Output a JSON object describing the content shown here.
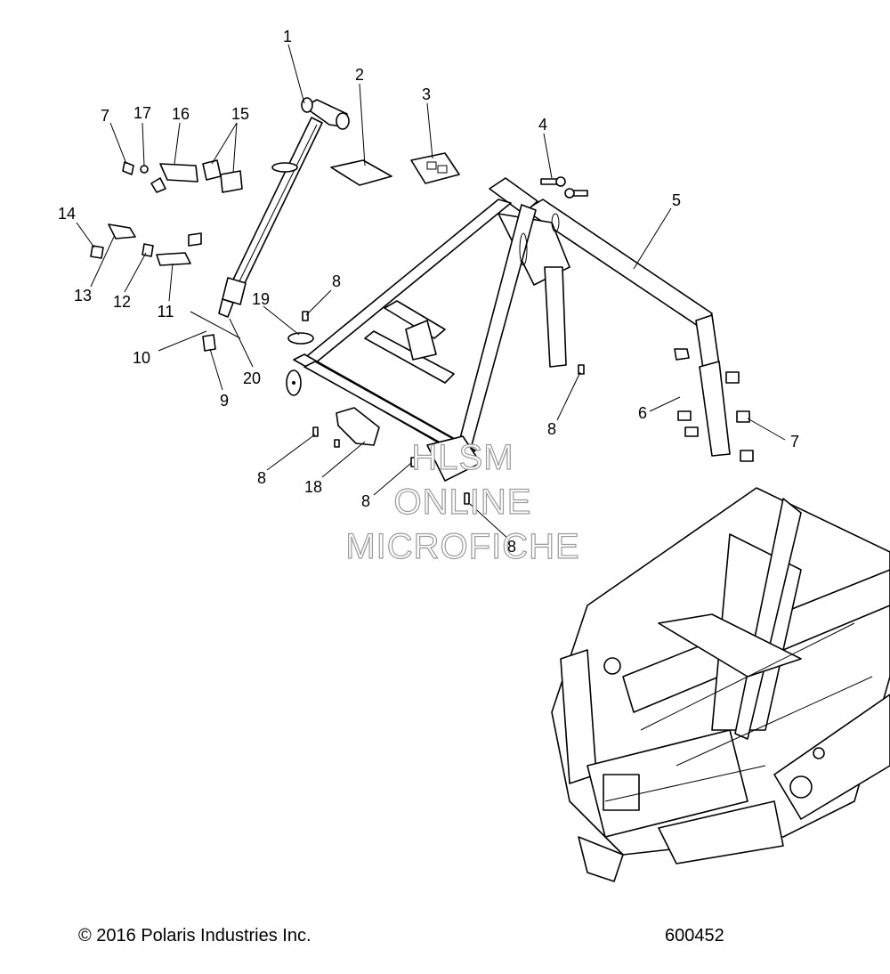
{
  "diagram": {
    "callouts": [
      {
        "id": "c1",
        "label": "1"
      },
      {
        "id": "c2",
        "label": "2"
      },
      {
        "id": "c3",
        "label": "3"
      },
      {
        "id": "c4",
        "label": "4"
      },
      {
        "id": "c5",
        "label": "5"
      },
      {
        "id": "c6",
        "label": "6"
      },
      {
        "id": "c7a",
        "label": "7"
      },
      {
        "id": "c7b",
        "label": "7"
      },
      {
        "id": "c8a",
        "label": "8"
      },
      {
        "id": "c8b",
        "label": "8"
      },
      {
        "id": "c8c",
        "label": "8"
      },
      {
        "id": "c8d",
        "label": "8"
      },
      {
        "id": "c8e",
        "label": "8"
      },
      {
        "id": "c9",
        "label": "9"
      },
      {
        "id": "c10",
        "label": "10"
      },
      {
        "id": "c11",
        "label": "11"
      },
      {
        "id": "c12",
        "label": "12"
      },
      {
        "id": "c13",
        "label": "13"
      },
      {
        "id": "c14",
        "label": "14"
      },
      {
        "id": "c15",
        "label": "15"
      },
      {
        "id": "c16",
        "label": "16"
      },
      {
        "id": "c17",
        "label": "17"
      },
      {
        "id": "c18",
        "label": "18"
      },
      {
        "id": "c19",
        "label": "19"
      },
      {
        "id": "c20",
        "label": "20"
      }
    ]
  },
  "watermark": {
    "line1": "HLSM",
    "line2": "ONLINE",
    "line3": "MICROFICHE"
  },
  "footer": {
    "copyright": "© 2016 Polaris Industries Inc.",
    "diagram_number": "600452"
  }
}
